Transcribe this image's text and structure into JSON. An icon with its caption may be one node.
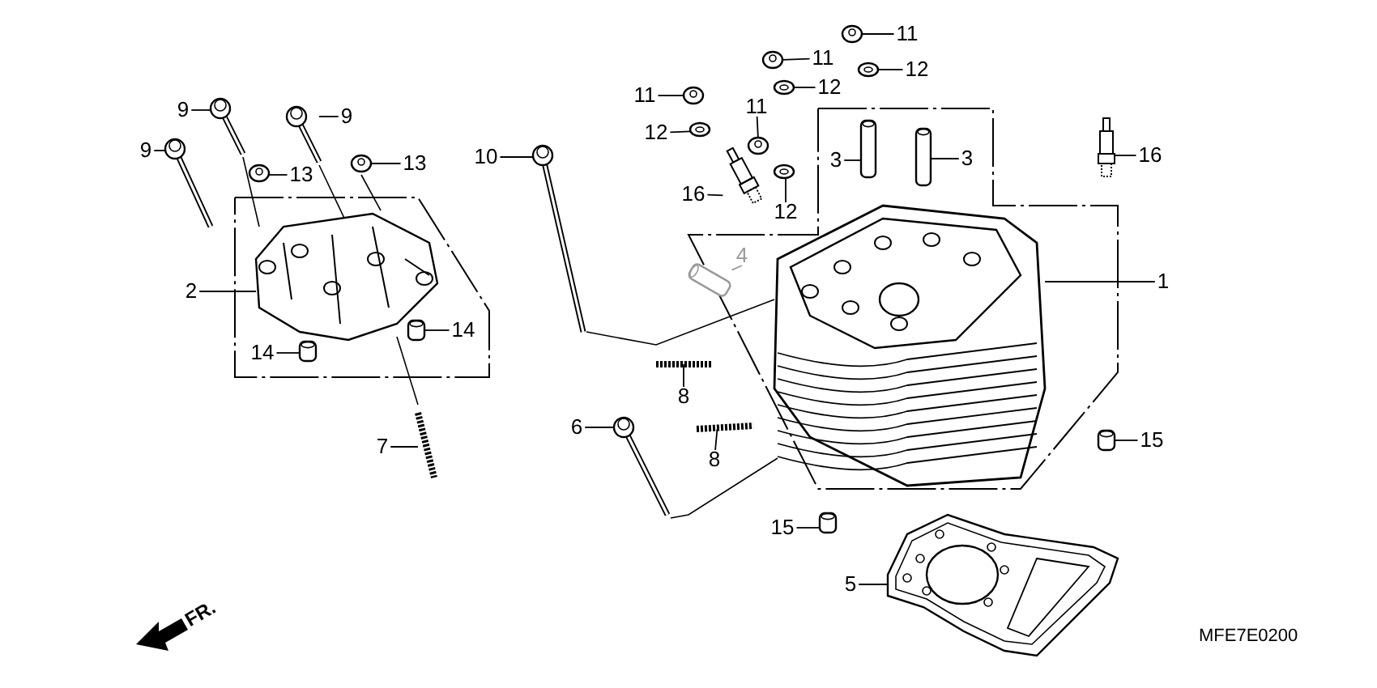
{
  "diagram": {
    "nodes": [
      {
        "text": [
          "9"
        ]
      },
      {
        "text": [
          "9"
        ]
      },
      {
        "text": [
          "9"
        ]
      },
      {
        "text": [
          "13"
        ]
      },
      {
        "text": [
          "13"
        ]
      },
      {
        "text": [
          "2"
        ]
      },
      {
        "text": [
          "14"
        ]
      },
      {
        "text": [
          "14"
        ]
      },
      {
        "text": [
          "7"
        ]
      },
      {
        "text": [
          "10"
        ]
      },
      {
        "text": [
          "11"
        ]
      },
      {
        "text": [
          "12"
        ]
      },
      {
        "text": [
          "11"
        ]
      },
      {
        "text": [
          "12"
        ]
      },
      {
        "text": [
          "11"
        ]
      },
      {
        "text": [
          "12"
        ]
      },
      {
        "text": [
          "11"
        ]
      },
      {
        "text": [
          "16"
        ]
      },
      {
        "text": [
          "12"
        ]
      },
      {
        "text": [
          "3"
        ]
      },
      {
        "text": [
          "3"
        ]
      },
      {
        "text": [
          "16"
        ]
      },
      {
        "text": [
          "4"
        ]
      },
      {
        "text": [
          "1"
        ]
      },
      {
        "text": [
          "8"
        ]
      },
      {
        "text": [
          "6"
        ]
      },
      {
        "text": [
          "8"
        ]
      },
      {
        "text": [
          "15"
        ]
      },
      {
        "text": [
          "15"
        ]
      },
      {
        "text": [
          "5"
        ]
      },
      {
        "text": [],
        "shape": "picture"
      },
      {
        "text": [],
        "shape": "picture"
      },
      {
        "text": [],
        "shape": "picture"
      },
      {
        "text": [],
        "shape": "picture"
      },
      {
        "text": [],
        "shape": "picture"
      },
      {
        "text": [],
        "shape": "picture"
      },
      {
        "text": [],
        "shape": "cylinder"
      },
      {
        "text": [],
        "shape": "cylinder"
      },
      {
        "text": [],
        "shape": "picture"
      },
      {
        "text": [],
        "shape": "picture"
      },
      {
        "text": [],
        "shape": "picture"
      },
      {
        "text": [],
        "shape": "picture"
      },
      {
        "text": [],
        "shape": "picture"
      },
      {
        "text": [],
        "shape": "picture"
      },
      {
        "text": [],
        "shape": "picture"
      },
      {
        "text": [],
        "shape": "picture"
      },
      {
        "text": [],
        "shape": "picture"
      },
      {
        "text": [],
        "shape": "picture"
      },
      {
        "text": [],
        "shape": "picture"
      },
      {
        "text": [],
        "shape": "cylinder"
      },
      {
        "text": [],
        "shape": "cylinder"
      },
      {
        "text": [],
        "shape": "picture"
      },
      {
        "text": [],
        "shape": "cylinder"
      },
      {
        "text": [],
        "shape": "picture"
      },
      {
        "text": [],
        "shape": "picture"
      },
      {
        "text": [],
        "shape": "picture"
      },
      {
        "text": [],
        "shape": "picture"
      },
      {
        "text": [],
        "shape": "cylinder"
      },
      {
        "text": [],
        "shape": "cylinder"
      },
      {
        "text": [],
        "shape": "picture"
      }
    ],
    "edges": [
      {
        "from": 0,
        "to": 30,
        "arrow": "none"
      },
      {
        "from": 1,
        "to": 31,
        "arrow": "none"
      },
      {
        "from": 2,
        "to": 32,
        "arrow": "none"
      },
      {
        "from": 3,
        "to": 33,
        "arrow": "none"
      },
      {
        "from": 4,
        "to": 34,
        "arrow": "none"
      },
      {
        "from": 5,
        "to": 35,
        "arrow": "none"
      },
      {
        "from": 6,
        "to": 36,
        "arrow": "none"
      },
      {
        "from": 7,
        "to": 37,
        "arrow": "none"
      },
      {
        "from": 8,
        "to": 38,
        "arrow": "none"
      },
      {
        "from": 9,
        "to": 39,
        "arrow": "none"
      },
      {
        "from": 10,
        "to": 40,
        "arrow": "none"
      },
      {
        "from": 11,
        "to": 41,
        "arrow": "none"
      },
      {
        "from": 12,
        "to": 42,
        "arrow": "none"
      },
      {
        "from": 13,
        "to": 43,
        "arrow": "none"
      },
      {
        "from": 14,
        "to": 44,
        "arrow": "none"
      },
      {
        "from": 15,
        "to": 45,
        "arrow": "none"
      },
      {
        "from": 16,
        "to": 46,
        "arrow": "none"
      },
      {
        "from": 17,
        "to": 47,
        "arrow": "none"
      },
      {
        "from": 18,
        "to": 48,
        "arrow": "none"
      },
      {
        "from": 19,
        "to": 49,
        "arrow": "none"
      },
      {
        "from": 20,
        "to": 50,
        "arrow": "none"
      },
      {
        "from": 21,
        "to": 51,
        "arrow": "none"
      },
      {
        "from": 22,
        "to": 52,
        "arrow": "none",
        "color": "#999999"
      },
      {
        "from": 23,
        "to": 53,
        "arrow": "none"
      },
      {
        "from": 24,
        "to": 54,
        "arrow": "none"
      },
      {
        "from": 25,
        "to": 55,
        "arrow": "none"
      },
      {
        "from": 26,
        "to": 56,
        "arrow": "none"
      },
      {
        "from": 27,
        "to": 57,
        "arrow": "none"
      },
      {
        "from": 28,
        "to": 58,
        "arrow": "none"
      },
      {
        "from": 29,
        "to": 59,
        "arrow": "none"
      }
    ],
    "labels": [
      "FR.",
      "MFE7E0200"
    ]
  }
}
